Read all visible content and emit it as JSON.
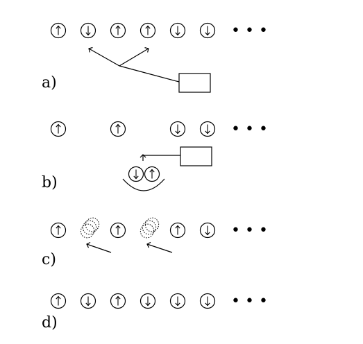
{
  "panels": [
    {
      "label": "a)",
      "spins": [
        "up",
        "down",
        "up",
        "up",
        "down",
        "down"
      ]
    },
    {
      "label": "b)",
      "spins": [
        "up",
        "none",
        "up",
        "none",
        "down",
        "down"
      ],
      "pair": [
        "down",
        "up"
      ]
    },
    {
      "label": "c)",
      "spins": [
        "up",
        "ghost",
        "up",
        "ghost",
        "up",
        "down"
      ]
    },
    {
      "label": "d)",
      "spins": [
        "up",
        "down",
        "up",
        "down",
        "down",
        "down"
      ]
    }
  ],
  "ellipsis": "• • •"
}
